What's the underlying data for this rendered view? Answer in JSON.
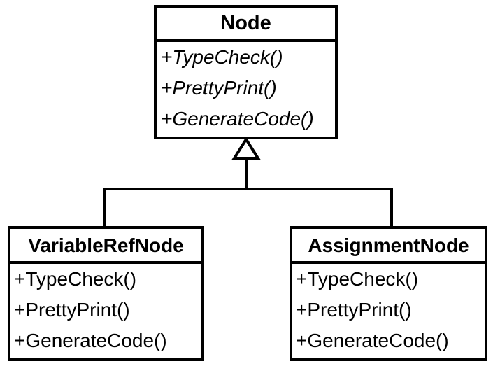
{
  "diagram": {
    "parent": {
      "name": "Node",
      "operations": [
        "+TypeCheck()",
        "+PrettyPrint()",
        "+GenerateCode()"
      ],
      "operations_style": "italic"
    },
    "children": [
      {
        "name": "VariableRefNode",
        "operations": [
          "+TypeCheck()",
          "+PrettyPrint()",
          "+GenerateCode()"
        ]
      },
      {
        "name": "AssignmentNode",
        "operations": [
          "+TypeCheck()",
          "+PrettyPrint()",
          "+GenerateCode()"
        ]
      }
    ],
    "relationship": "generalization"
  },
  "colors": {
    "stroke": "#000000",
    "fill": "#ffffff"
  }
}
